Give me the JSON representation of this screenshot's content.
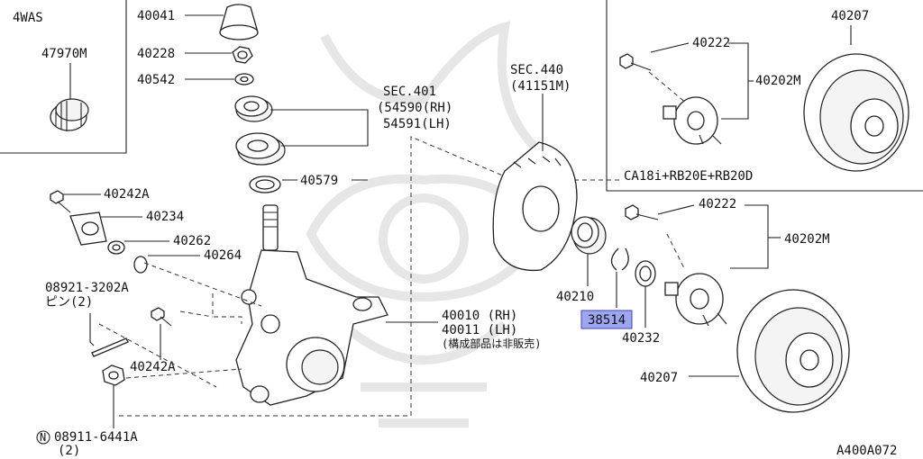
{
  "labels": {
    "variant_4was": "4WAS",
    "part_47970m": "47970M",
    "part_40041": "40041",
    "part_40228": "40228",
    "part_40542": "40542",
    "sec401_title": "SEC.401",
    "sec401_rh": "(54590(RH)",
    "sec401_lh": "54591(LH)",
    "part_40579": "40579",
    "sec440_title": "SEC.440",
    "sec440_sub": "(41151M)",
    "part_40242a_top": "40242A",
    "part_40234": "40234",
    "part_40262": "40262",
    "part_40264": "40264",
    "pin_code": "08921-3202A",
    "pin_name": "ピン(2)",
    "part_40010": "40010 (RH)",
    "part_40011": "40011 (LH)",
    "note_not_sold": "(構成部品は非販売)",
    "part_40242a_bottom": "40242A",
    "nut_symbol": "N",
    "nut_code": "08911-6441A",
    "nut_qty": "(2)",
    "part_40210": "40210",
    "part_38514": "38514",
    "part_40232": "40232",
    "part_40222_top": "40222",
    "part_40202m_top": "40202M",
    "part_40207_top": "40207",
    "variant_engines": "CA18i+RB20E+RB20D",
    "part_40222_bottom": "40222",
    "part_40202m_bottom": "40202M",
    "part_40207_bottom": "40207",
    "diagram_code": "A400A072"
  },
  "highlight": {
    "part": "38514",
    "color": "#9ea6f0"
  }
}
